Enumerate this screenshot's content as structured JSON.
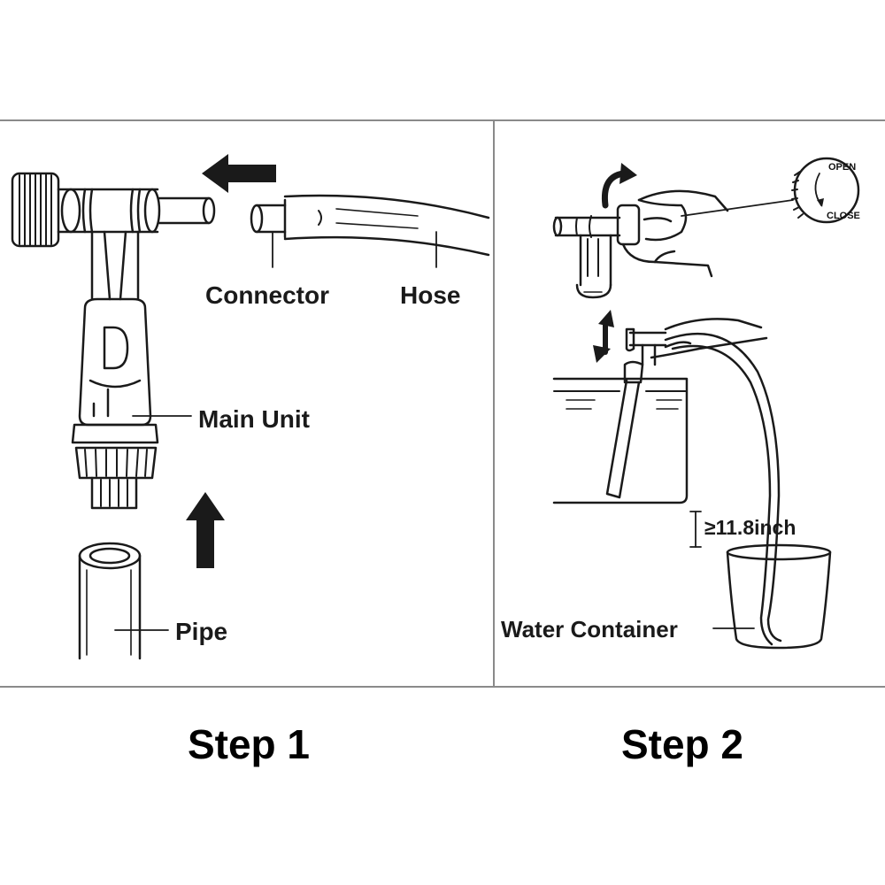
{
  "step1": {
    "connector_label": "Connector",
    "hose_label": "Hose",
    "main_unit_label": "Main Unit",
    "pipe_label": "Pipe",
    "caption": "Step 1"
  },
  "step2": {
    "dial_open": "OPEN",
    "dial_close": "CLOSE",
    "height_label": "≥11.8inch",
    "container_label": "Water Container",
    "caption": "Step 2"
  },
  "colors": {
    "ink": "#1a1a1a",
    "panel_border": "#8a8a8a",
    "background": "#ffffff"
  }
}
